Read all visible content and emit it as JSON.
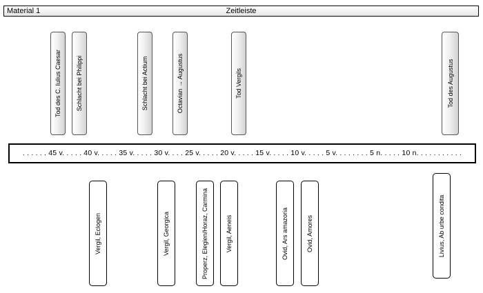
{
  "header": {
    "label": "Material 1",
    "title": "Zeitleiste"
  },
  "timeline": {
    "text": ". . . . . . 45 v. . . . .  40 v. . . . . 35 v. . . . . 30 v. . . . 25 v. . . . . 20 v. . . . . 15 v. . . . . 10 v. . . . . 5 v. . . . . . . . 5 n. . . . . 10 n. . . . . . . . . . ."
  },
  "events_top": [
    {
      "label": "Tod des C. Iulius Caesar"
    },
    {
      "label": "Schlacht bei Philippi"
    },
    {
      "label": "Schlacht bei Actium"
    },
    {
      "label": "Octavian → Augustus"
    },
    {
      "label": "Tod Vergils"
    },
    {
      "label": "Tod des Augustus"
    }
  ],
  "events_bottom": [
    {
      "label": "Vergil, Eclogen"
    },
    {
      "label": "Vergil, Georgica"
    },
    {
      "label": "Properz, Elegien/Horaz, Carmina"
    },
    {
      "label": "Vergil, Aeneis"
    },
    {
      "label": "Ovid, Ars amazoria"
    },
    {
      "label": "Ovid, Amores"
    },
    {
      "label": "Livius, Ab urbe condita"
    }
  ]
}
